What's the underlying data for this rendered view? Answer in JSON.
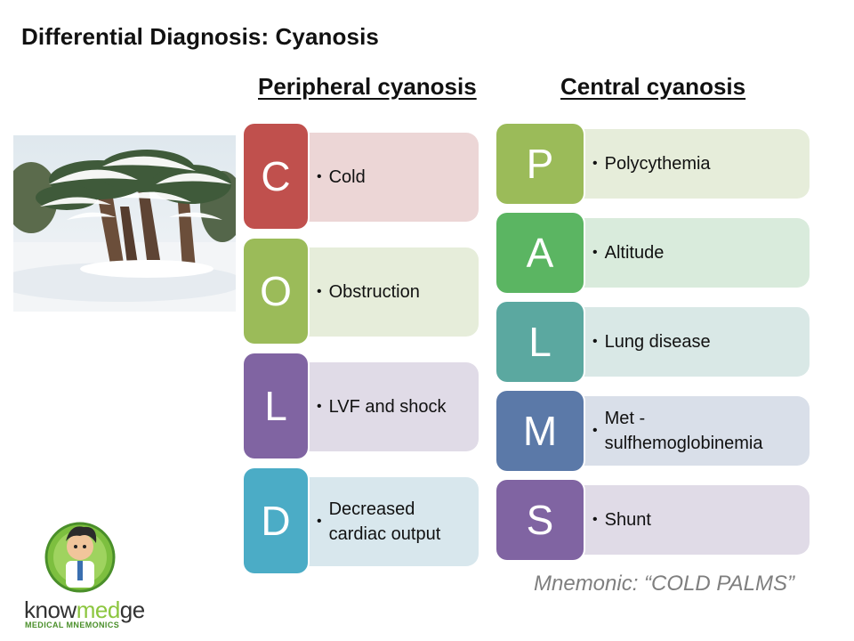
{
  "slide": {
    "title": "Differential Diagnosis: Cyanosis"
  },
  "peripheral": {
    "heading": "Peripheral cyanosis",
    "items": [
      {
        "letter": "C",
        "text": "Cold",
        "color": "#c0504d",
        "bar": "#ecd6d6"
      },
      {
        "letter": "O",
        "text": "Obstruction",
        "color": "#9bbb59",
        "bar": "#e6edda"
      },
      {
        "letter": "L",
        "text": "LVF and shock",
        "color": "#8064a2",
        "bar": "#e0dbe7"
      },
      {
        "letter": "D",
        "text": "Decreased cardiac output",
        "color": "#4bacc6",
        "bar": "#d8e7ed"
      }
    ]
  },
  "central": {
    "heading": "Central cyanosis",
    "items": [
      {
        "letter": "P",
        "text": "Polycythemia",
        "color": "#9bbb59",
        "bar": "#e6edda"
      },
      {
        "letter": "A",
        "text": "Altitude",
        "color": "#5bb562",
        "bar": "#d9ebdc"
      },
      {
        "letter": "L",
        "text": "Lung disease",
        "color": "#5ba8a0",
        "bar": "#d9e8e6"
      },
      {
        "letter": "M",
        "text": "Met - sulfhemoglobinemia",
        "color": "#5b79a8",
        "bar": "#d9dfe9"
      },
      {
        "letter": "S",
        "text": "Shunt",
        "color": "#8064a2",
        "bar": "#e0dbe7"
      }
    ]
  },
  "mnemonic": "Mnemonic: “COLD PALMS”",
  "brand": {
    "word_a": "know",
    "word_b": "med",
    "word_c": "ge",
    "sub": "MEDICAL MNEMONICS"
  }
}
